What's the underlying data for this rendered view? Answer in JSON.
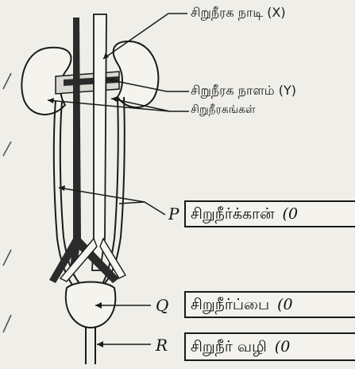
{
  "labels": {
    "x_label": "சிறுநீரக நாடி (X)",
    "y_label": "சிறுநீரக நாளம் (Y)",
    "kidneys_label": "சிறுநீரகங்கள்"
  },
  "answers": [
    {
      "letter": "P",
      "text": "சிறுநீர்க்கான்",
      "marks": "(0"
    },
    {
      "letter": "Q",
      "text": "சிறுநீர்ப்பை",
      "marks": "(0"
    },
    {
      "letter": "R",
      "text": "சிறுநீர் வழி",
      "marks": "(0"
    }
  ],
  "colors": {
    "outline": "#1a1a1a",
    "vessel_dark": "#2a2a2a",
    "paper": "#efeee8"
  }
}
